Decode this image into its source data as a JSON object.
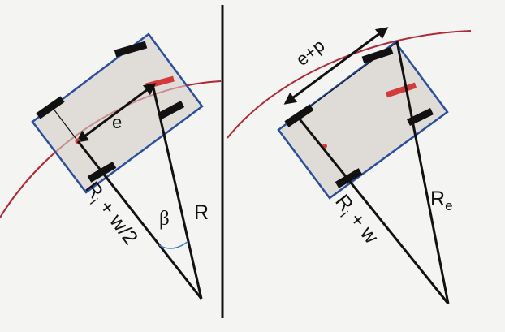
{
  "colors": {
    "background": "#f4f4f3",
    "body_fill": "#ddd9d4",
    "body_outline": "#2a4f9c",
    "turn_arc": "#b02a36",
    "marker": "#d33a3a",
    "ink": "#111111",
    "angle_arc": "#3f7fbf"
  },
  "left_panel": {
    "label_e": "e",
    "label_ri": "R",
    "label_ri_sub": "i",
    "label_ri_rest": " + w/2",
    "label_beta": "β",
    "label_r": "R"
  },
  "right_panel": {
    "label_ep": "e+p",
    "label_ri": "R",
    "label_ri_sub": "i",
    "label_ri_rest": " + w",
    "label_re": "R",
    "label_re_sub": "e"
  }
}
